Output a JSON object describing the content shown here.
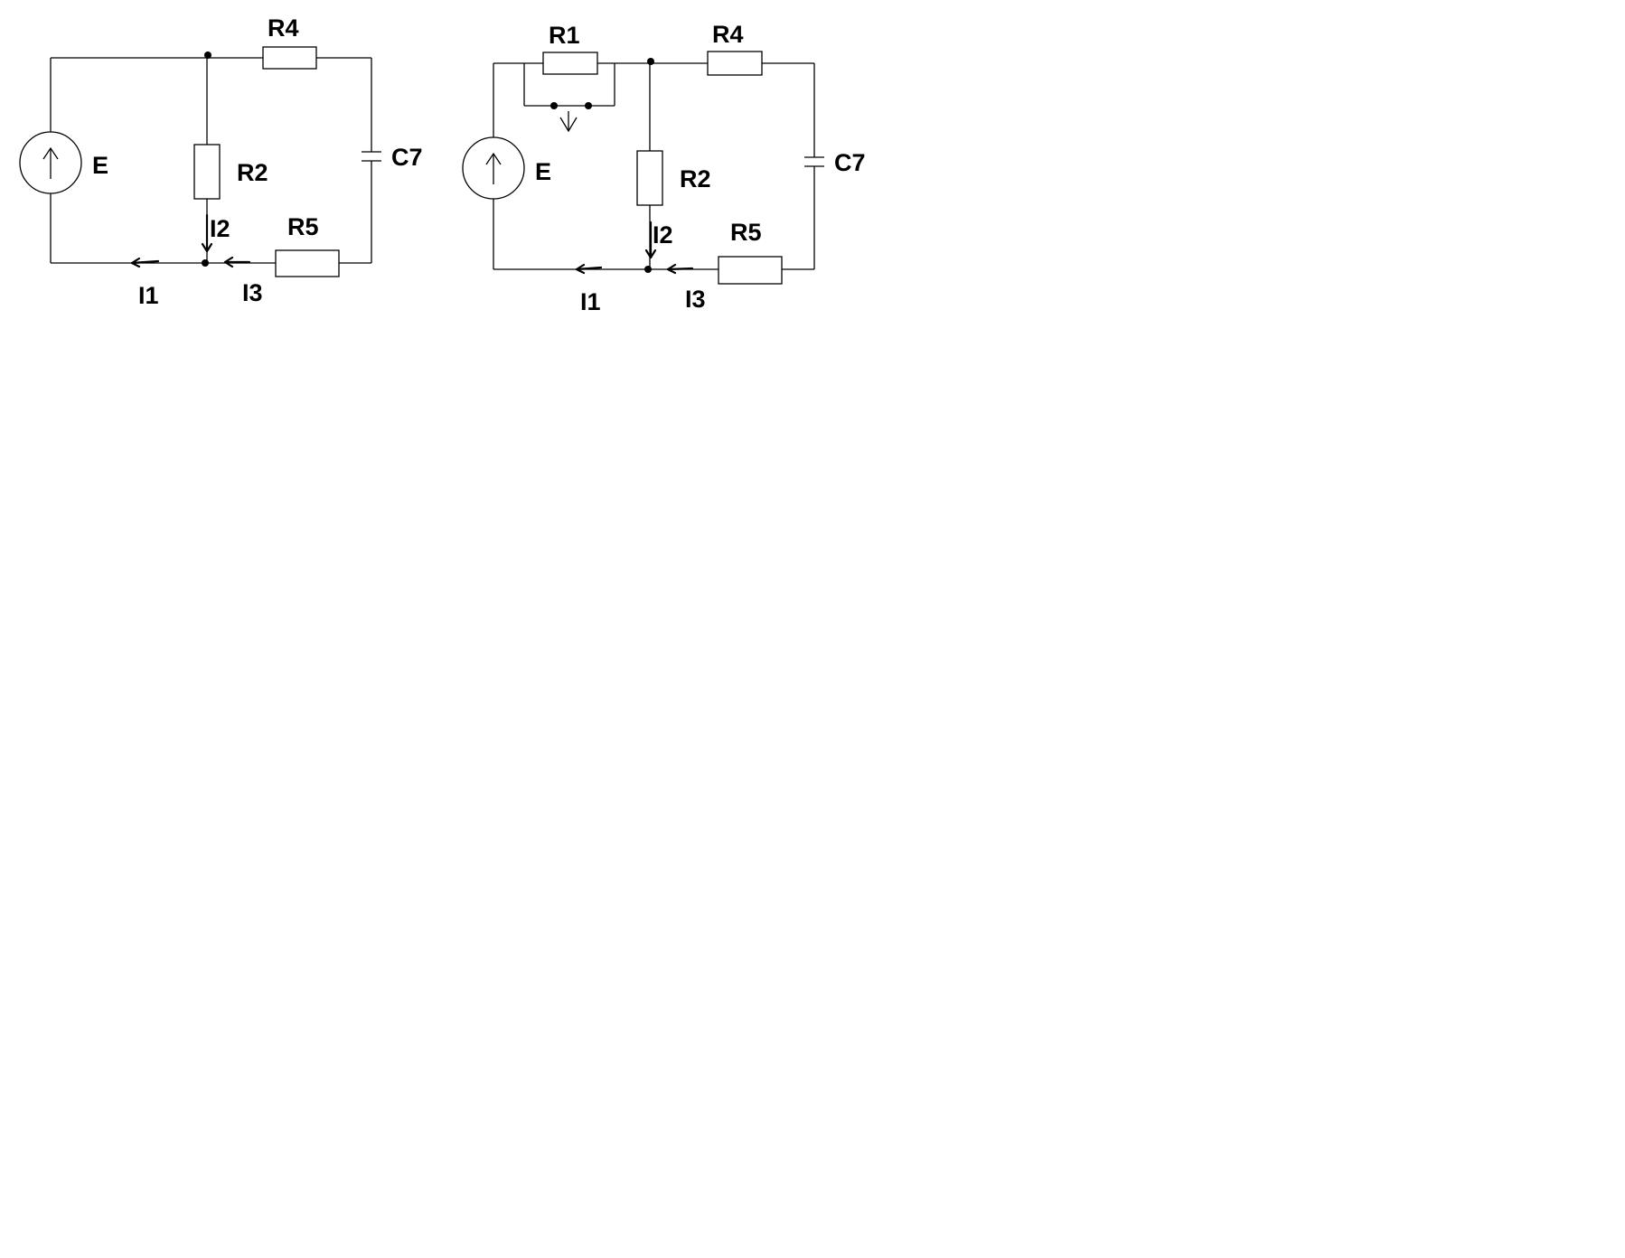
{
  "circuit_a": {
    "source": "E",
    "r_top": "R4",
    "r_mid": "R2",
    "r_bottom": "R5",
    "capacitor": "C7",
    "currents": [
      "I1",
      "I2",
      "I3"
    ]
  },
  "circuit_b": {
    "source": "E",
    "r_switched": "R1",
    "r_top": "R4",
    "r_mid": "R2",
    "r_bottom": "R5",
    "capacitor": "C7",
    "currents": [
      "I1",
      "I2",
      "I3"
    ]
  }
}
